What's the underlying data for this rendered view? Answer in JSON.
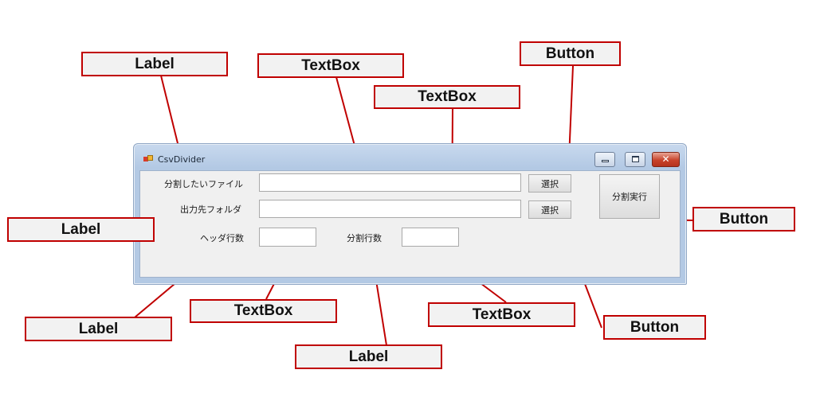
{
  "window": {
    "title": "CsvDivider",
    "minimize_icon": "minimize-icon",
    "maximize_icon": "maximize-icon",
    "close_icon": "close-icon",
    "close_glyph": "✕"
  },
  "form": {
    "file_label": "分割したいファイル",
    "file_value": "",
    "output_folder_label": "出力先フォルダ",
    "output_folder_value": "",
    "header_rows_label": "ヘッダ行数",
    "header_rows_value": "",
    "split_rows_label": "分割行数",
    "split_rows_value": "",
    "select_file_button": "選択",
    "select_folder_button": "選択",
    "execute_button": "分割実行"
  },
  "callouts": {
    "label_file": "Label",
    "textbox_file": "TextBox",
    "textbox_folder": "TextBox",
    "button_select_file": "Button",
    "label_folder": "Label",
    "button_execute": "Button",
    "label_header": "Label",
    "textbox_header": "TextBox",
    "label_split": "Label",
    "textbox_split": "TextBox",
    "button_select_folder": "Button"
  },
  "colors": {
    "callout_border": "#c00000",
    "leader_line": "#c00000",
    "callout_fill": "#f2f2f2"
  }
}
